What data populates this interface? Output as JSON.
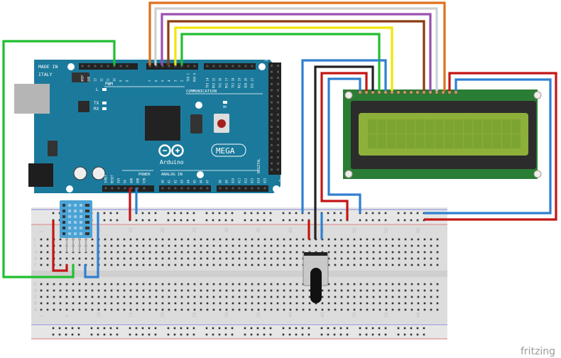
{
  "arduino": {
    "made_in": "MADE IN",
    "italy": "ITALY",
    "pwm": "PWM",
    "communication": "COMMUNICATION",
    "led_l": "L",
    "tx": "TX",
    "rx": "RX",
    "on": "ON",
    "logo_text": "Arduino",
    "model": "MEGA",
    "power": "POWER",
    "analog_in": "ANALOG IN",
    "digital": "DIGITAL",
    "five_v": "5V",
    "gnd": "GND",
    "pwm_pins": [
      "AREF",
      "GND",
      "13",
      "12",
      "11",
      "10",
      "9",
      "8"
    ],
    "pwm_pins2": [
      "7",
      "6",
      "5",
      "4",
      "3",
      "2",
      "TX0 1",
      "RX0 0"
    ],
    "comm_pins": [
      "TX3 14",
      "RX3 15",
      "TX2 16",
      "RX2 17",
      "TX1 18",
      "RX1 19",
      "SDA 20",
      "SCL 21"
    ],
    "power_pins": [
      "IOREF",
      "RESET",
      "3V3",
      "5V",
      "GND",
      "GND",
      "VIN"
    ],
    "analog_pins": [
      "A0",
      "A1",
      "A2",
      "A3",
      "A4",
      "A5",
      "A6",
      "A7"
    ],
    "analog_pins2": [
      "A8",
      "A9",
      "A10",
      "A11",
      "A12",
      "A13",
      "A14",
      "A15"
    ],
    "color": "#1b7a9c"
  },
  "breadboard": {
    "column_labels": [
      "1",
      "5",
      "10",
      "15",
      "20",
      "25",
      "30",
      "35",
      "40",
      "45",
      "50",
      "55",
      "60"
    ],
    "row_labels_top": [
      "J",
      "I",
      "H",
      "G",
      "F"
    ],
    "row_labels_bottom": [
      "E",
      "D",
      "C",
      "B",
      "A"
    ]
  },
  "lcd": {
    "pcb_color": "#2a7d34",
    "screen_color": "#8db03a"
  },
  "sensor": {
    "color": "#4aa3d6"
  },
  "wire_colors": {
    "red": "#c31515",
    "blue": "#2f7fd0",
    "green": "#1fbf2f",
    "black": "#222222",
    "orange": "#e0701a",
    "white": "#cfcfcf",
    "purple": "#9a4fb0",
    "brown": "#8a3c0d",
    "yellow": "#f2e600"
  },
  "watermark": "fritzing"
}
